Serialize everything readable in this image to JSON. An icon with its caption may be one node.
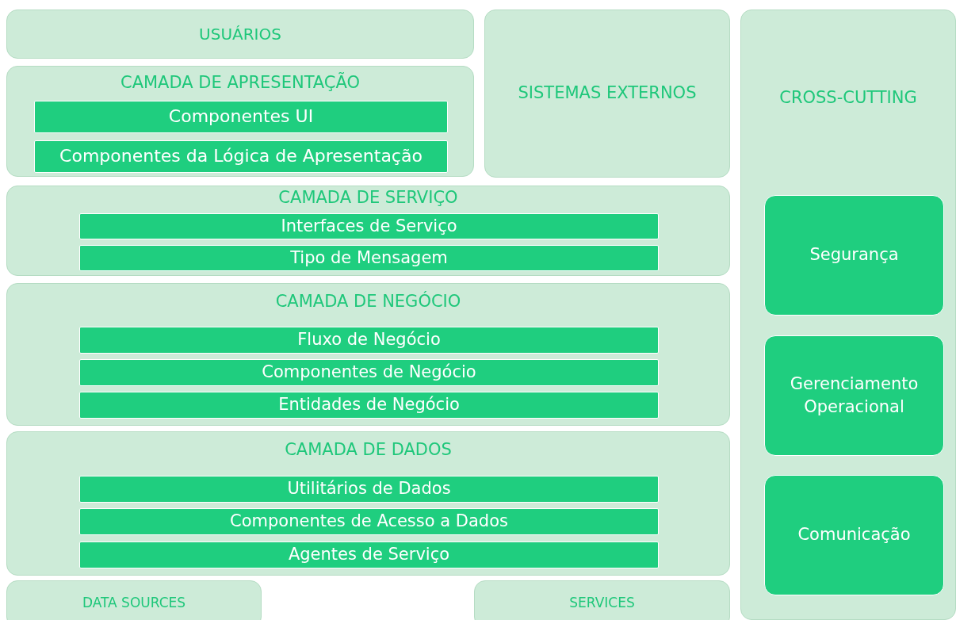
{
  "diagram": {
    "nodes": [
      {
        "text": [
          "USUÁRIOS"
        ]
      },
      {
        "text": [
          "CAMADA DE APRESENTAÇÃO"
        ]
      },
      {
        "text": [
          "Componentes UI"
        ],
        "in": 1
      },
      {
        "text": [
          "Componentes da Lógica de Apresentação"
        ],
        "in": 1
      },
      {
        "text": [
          "SISTEMAS EXTERNOS"
        ]
      },
      {
        "text": [
          "CROSS-CUTTING"
        ]
      },
      {
        "text": [
          "CAMADA DE SERVIÇO"
        ]
      },
      {
        "text": [
          "Interfaces de Serviço"
        ],
        "in": 6
      },
      {
        "text": [
          "Tipo de Mensagem"
        ],
        "in": 6
      },
      {
        "text": [
          "CAMADA DE NEGÓCIO"
        ]
      },
      {
        "text": [
          "Fluxo de Negócio"
        ],
        "in": 9
      },
      {
        "text": [
          "Componentes de Negócio"
        ],
        "in": 9
      },
      {
        "text": [
          "Entidades de Negócio"
        ],
        "in": 9
      },
      {
        "text": [
          "CAMADA DE DADOS"
        ]
      },
      {
        "text": [
          "Utilitários de Dados"
        ],
        "in": 13
      },
      {
        "text": [
          "Componentes de Acesso a Dados"
        ],
        "in": 13
      },
      {
        "text": [
          "Agentes de Serviço"
        ],
        "in": 13
      },
      {
        "text": [
          "Segurança"
        ],
        "in": 5
      },
      {
        "text": [
          "Gerenciamento Operacional"
        ],
        "in": 5
      },
      {
        "text": [
          "Comunicação"
        ],
        "in": 5
      },
      {
        "text": [
          "DATA SOURCES"
        ]
      },
      {
        "text": [
          "SERVICES"
        ]
      }
    ]
  }
}
